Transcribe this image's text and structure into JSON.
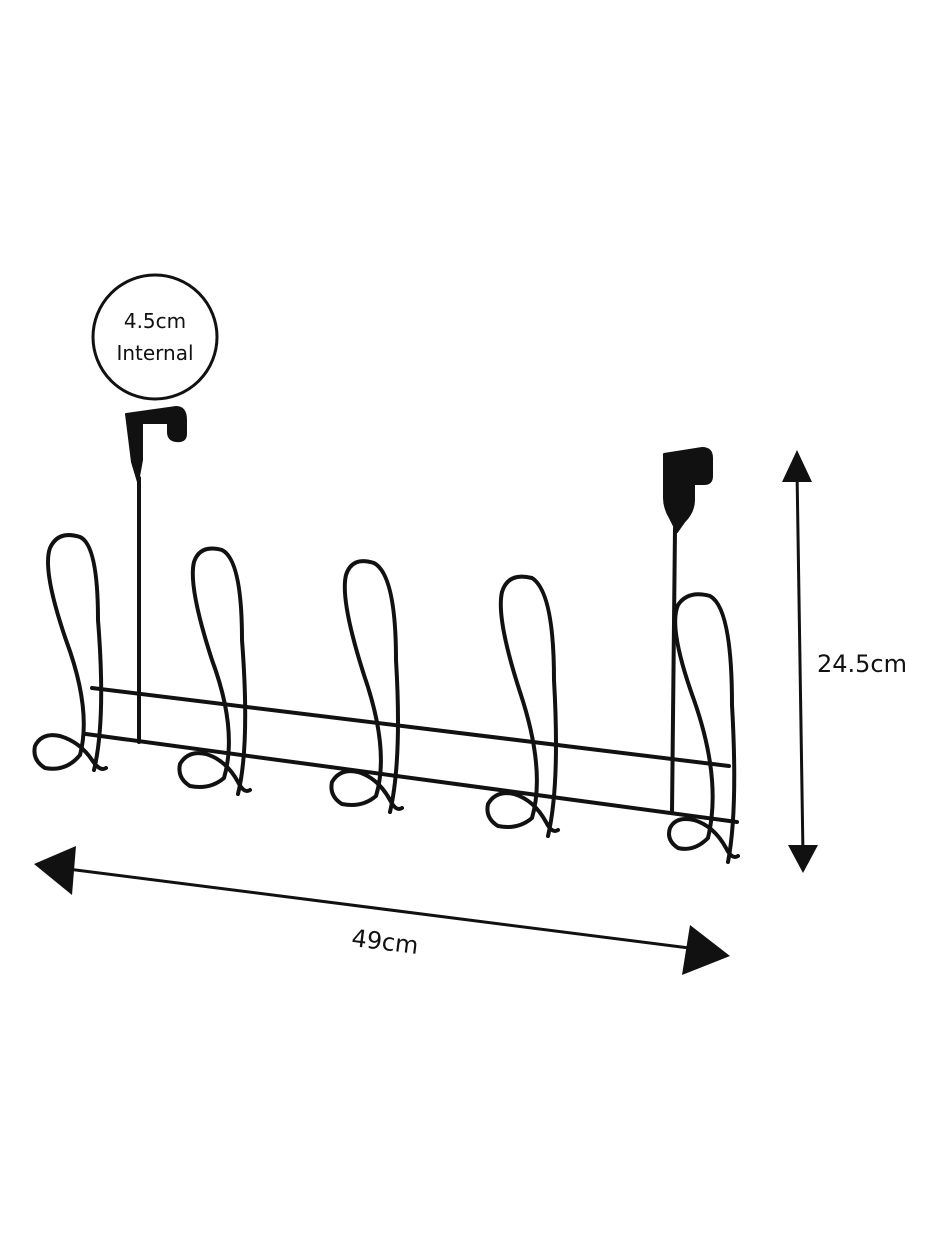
{
  "callout": {
    "line1": "4.5cm",
    "line2": "Internal"
  },
  "dimensions": {
    "height": "24.5cm",
    "width": "49cm"
  },
  "colors": {
    "line": "#111111",
    "background": "#ffffff"
  }
}
